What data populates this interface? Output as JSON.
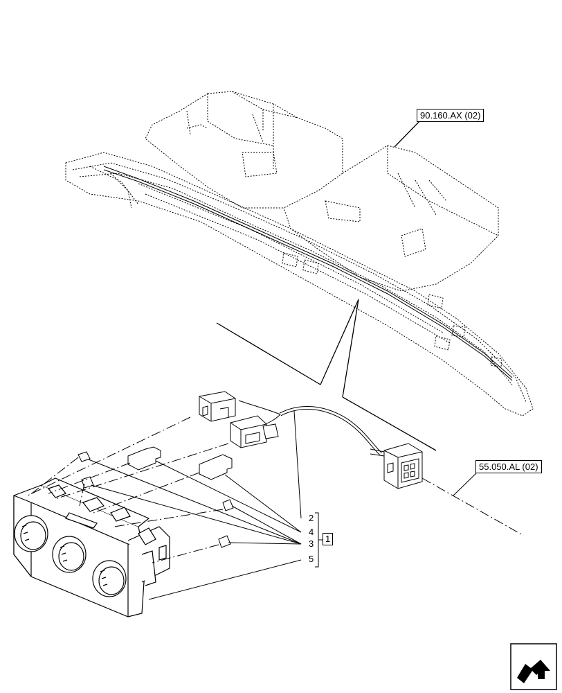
{
  "references": {
    "upper_ref": "90.160.AX (02)",
    "right_ref": "55.050.AL (02)"
  },
  "callouts": [
    "2",
    "4",
    "3",
    "5"
  ],
  "group_label": "1",
  "icons": {
    "nav": "next-page-arrow-icon"
  },
  "colors": {
    "line": "#000000",
    "background": "#ffffff"
  }
}
